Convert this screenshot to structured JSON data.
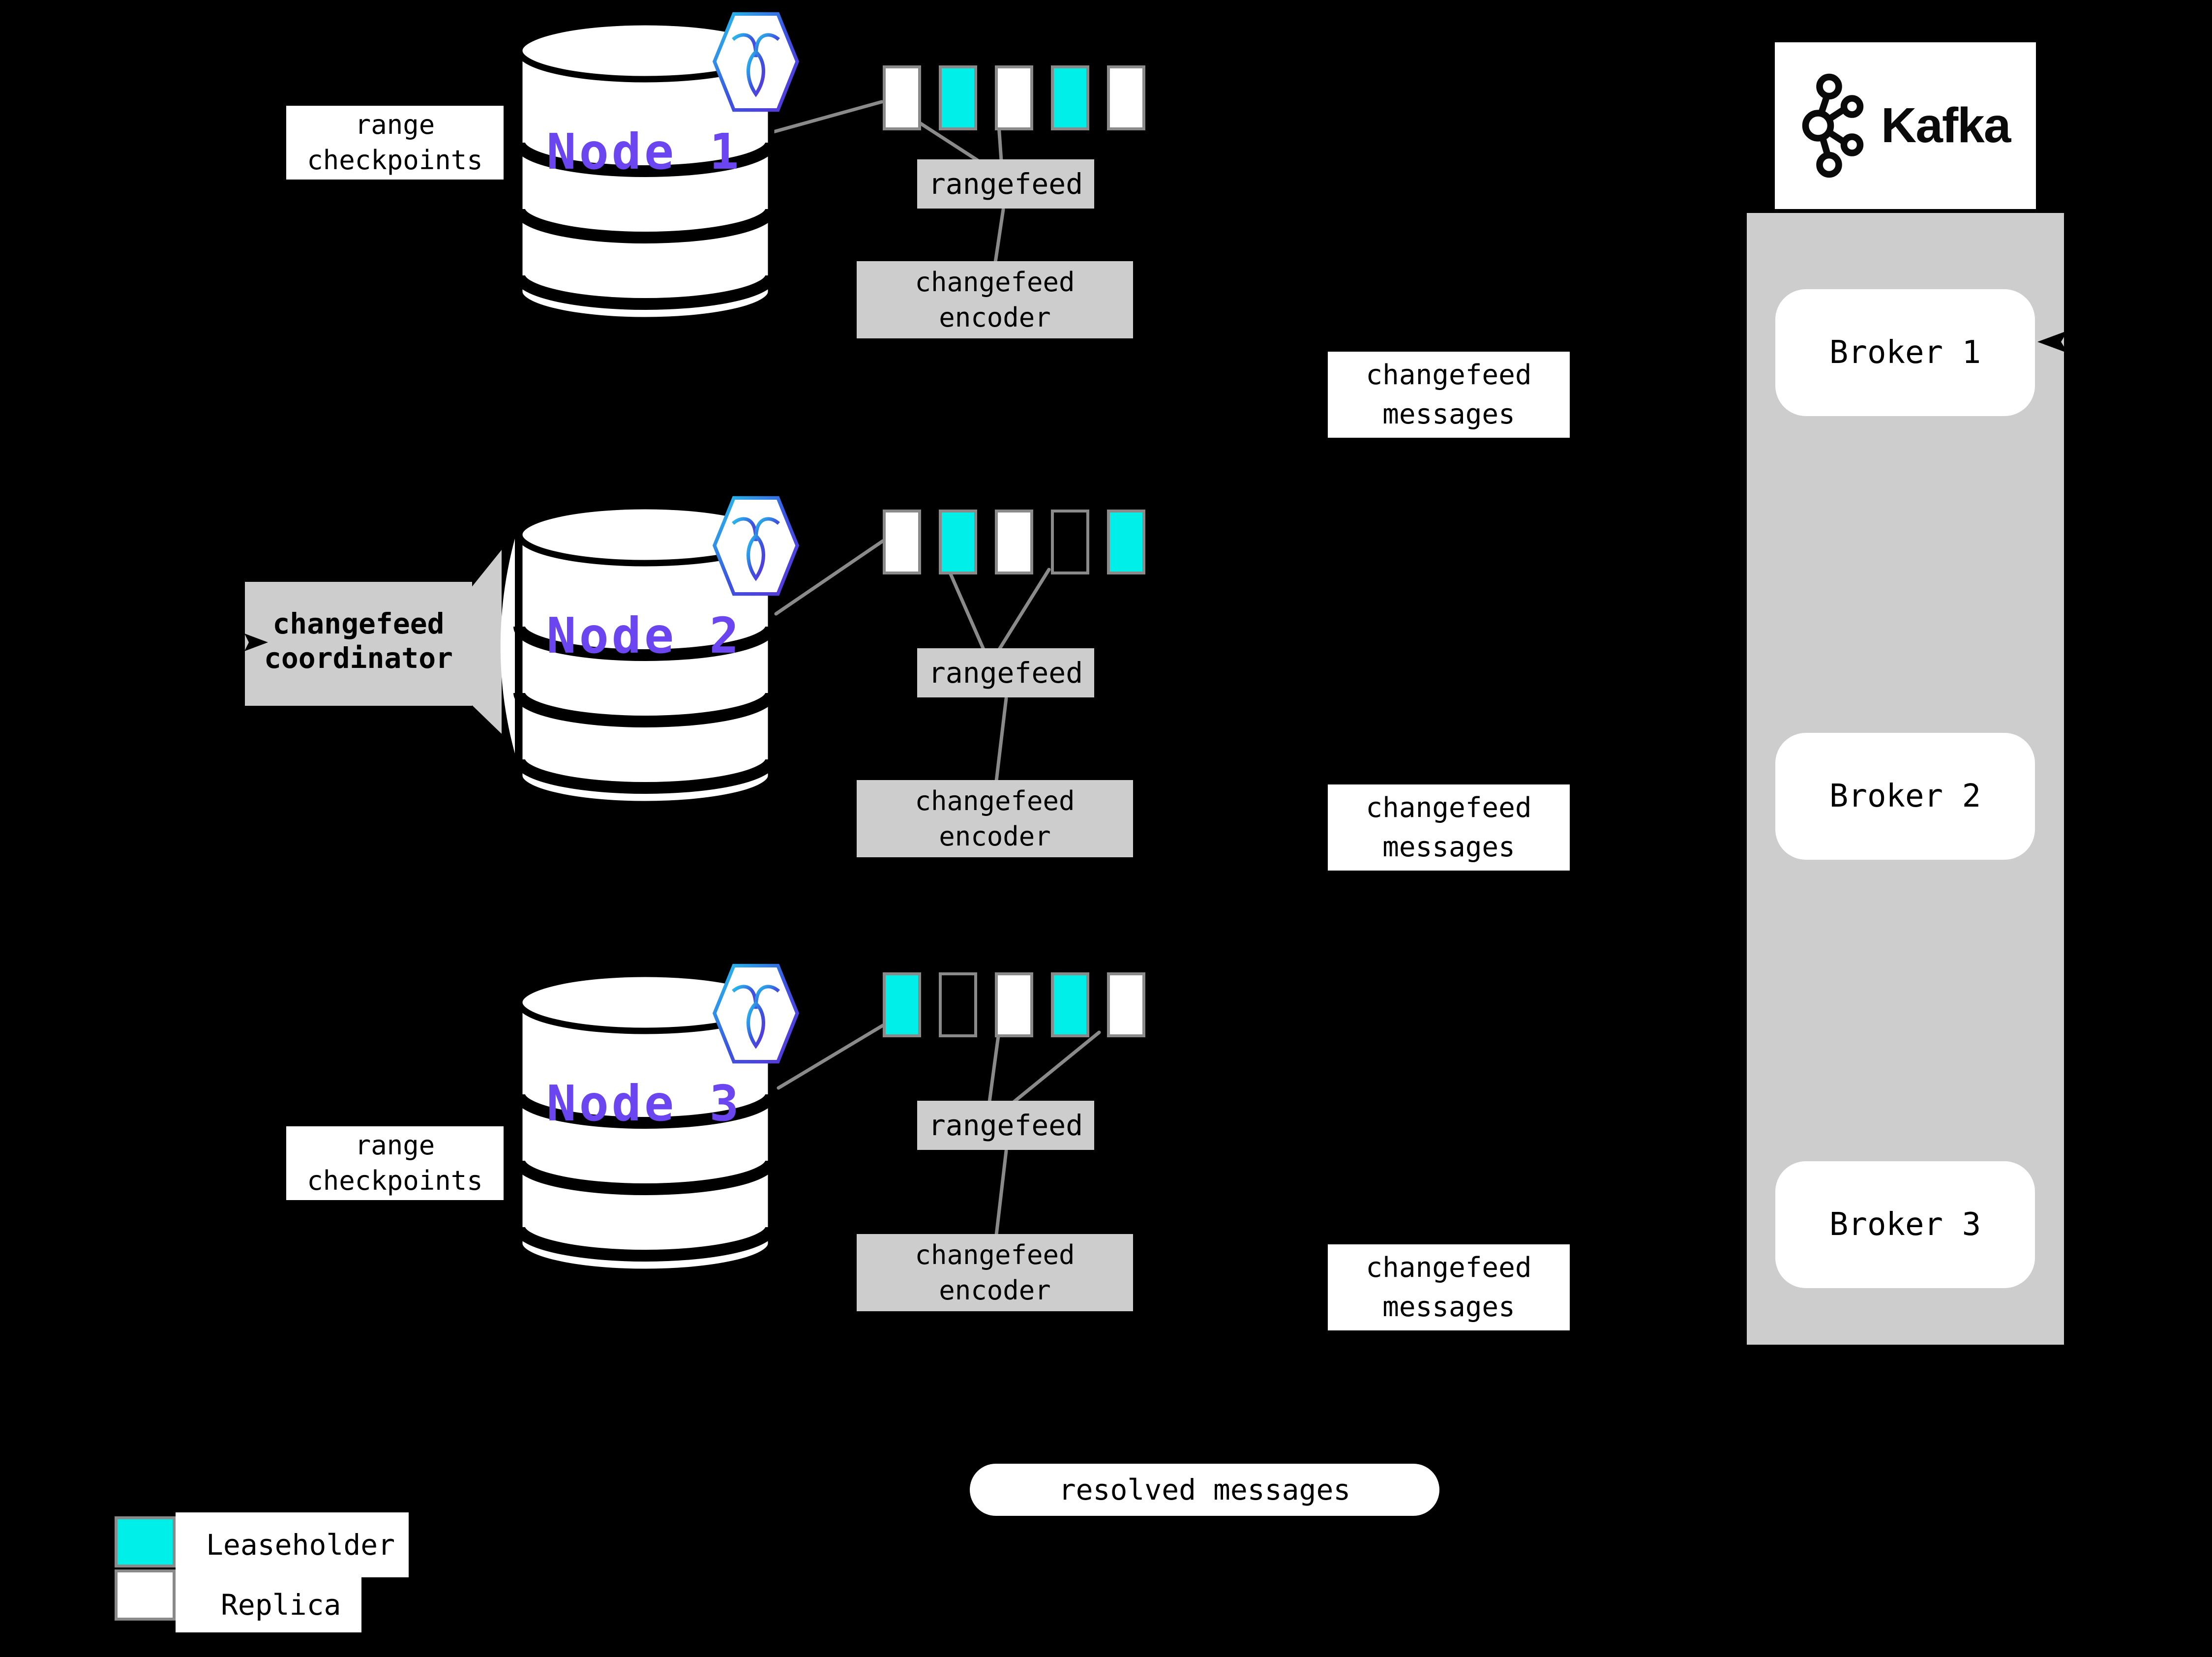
{
  "nodes": [
    {
      "label": "Node 1",
      "ranges": [
        "replica",
        "leaseholder",
        "replica",
        "leaseholder",
        "replica"
      ]
    },
    {
      "label": "Node 2",
      "ranges": [
        "replica",
        "leaseholder",
        "replica",
        "empty",
        "leaseholder"
      ]
    },
    {
      "label": "Node 3",
      "ranges": [
        "leaseholder",
        "empty",
        "replica",
        "leaseholder",
        "replica"
      ]
    }
  ],
  "boxes": {
    "rangefeed": "rangefeed",
    "encoder": [
      "changefeed",
      "encoder"
    ],
    "messages": [
      "changefeed",
      "messages"
    ],
    "checkpoints": [
      "range",
      "checkpoints"
    ],
    "coordinator": [
      "changefeed",
      "coordinator"
    ]
  },
  "kafka": {
    "brand": "Kafka",
    "brokers": [
      "Broker 1",
      "Broker 2",
      "Broker 3"
    ]
  },
  "resolved_label": "resolved messages",
  "legend": [
    {
      "label": "Leaseholder",
      "type": "leaseholder"
    },
    {
      "label": "Replica",
      "type": "replica"
    }
  ],
  "colors": {
    "leaseholder": "#00efe8",
    "replica": "#ffffff",
    "empty": "#000000",
    "accent_purple": "#6b46f0",
    "panel_gray": "#cdcdcd",
    "line_gray": "#8a8a8a",
    "canvas": "#000000",
    "ink": "#000000"
  }
}
